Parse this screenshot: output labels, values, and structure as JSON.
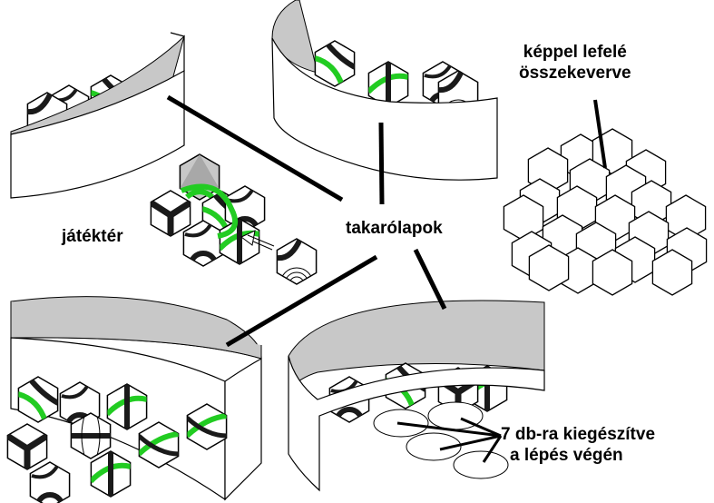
{
  "labels": {
    "playfield": "játéktér",
    "covers": "takarólapok",
    "facedown_line1": "képpel lefelé",
    "facedown_line2": "összekeverve",
    "refill_line1": "7 db-ra kiegészítve",
    "refill_line2": "a lépés  végén"
  },
  "colors": {
    "track": "#22cc22",
    "dark": "#1a1a1a",
    "shade": "#c8c8c8",
    "outline": "#000000"
  }
}
